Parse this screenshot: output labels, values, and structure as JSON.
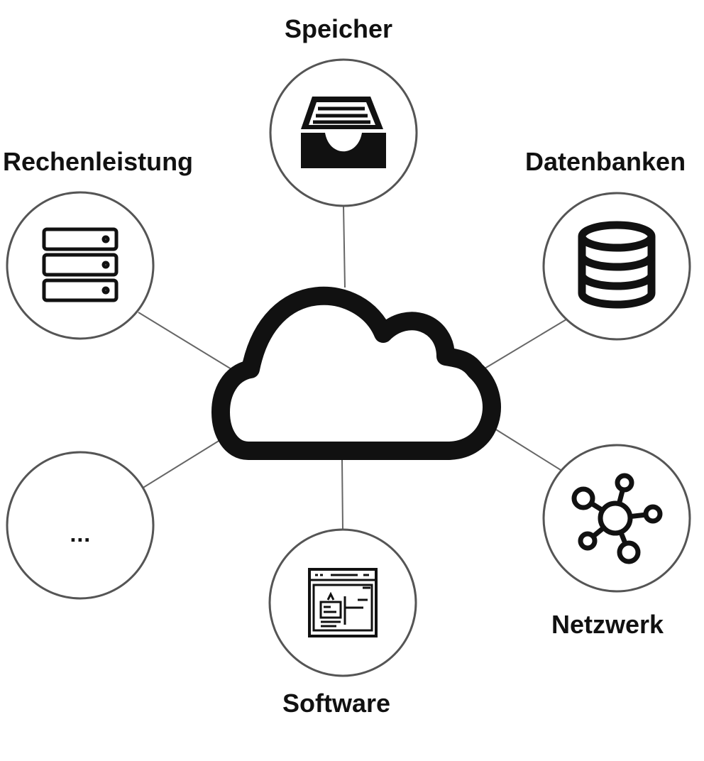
{
  "diagram": {
    "center": {
      "name": "cloud",
      "icon": "cloud-icon"
    },
    "nodes": [
      {
        "id": "speicher",
        "label": "Speicher",
        "icon": "storage-tray-icon"
      },
      {
        "id": "datenbanken",
        "label": "Datenbanken",
        "icon": "database-icon"
      },
      {
        "id": "netzwerk",
        "label": "Netzwerk",
        "icon": "network-icon"
      },
      {
        "id": "software",
        "label": "Software",
        "icon": "software-window-icon"
      },
      {
        "id": "more",
        "label": "...",
        "icon": "ellipsis"
      },
      {
        "id": "rechenleistung",
        "label": "Rechenleistung",
        "icon": "server-rack-icon"
      }
    ]
  },
  "colors": {
    "icon": "#111111",
    "circle_stroke": "#555555",
    "connector": "#666666",
    "background": "#ffffff"
  }
}
